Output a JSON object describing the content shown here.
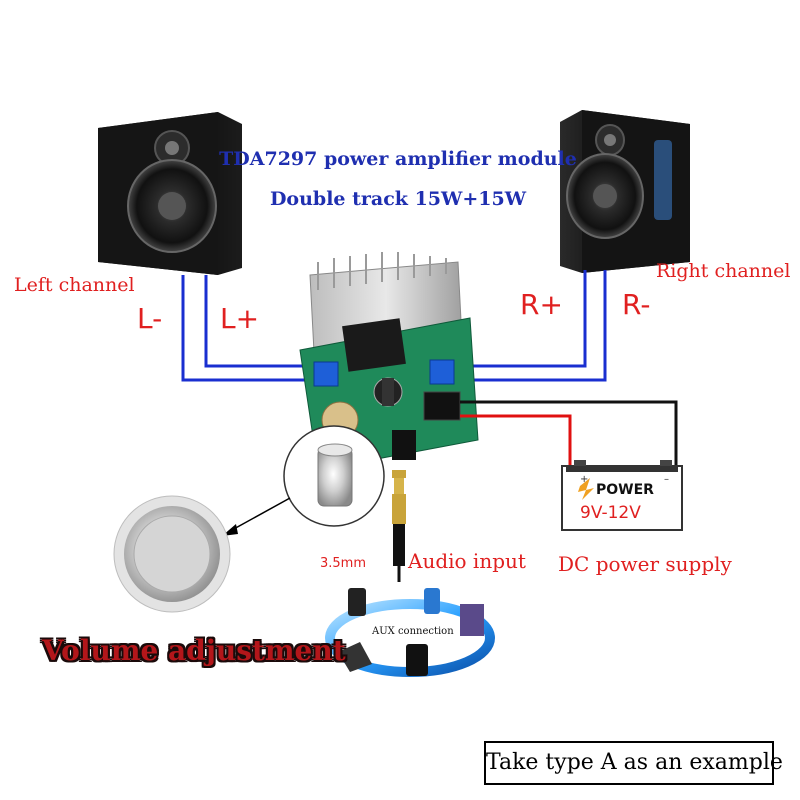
{
  "title": {
    "line1": "TDA7297 power amplifier module",
    "line2": "Double track 15W+15W"
  },
  "channels": {
    "left": "Left channel",
    "right": "Right channel",
    "l_minus": "L-",
    "l_plus": "L+",
    "r_plus": "R+",
    "r_minus": "R-"
  },
  "audio": {
    "size": "3.5mm",
    "label": "Audio input",
    "aux": "AUX connection"
  },
  "power": {
    "brand": "POWER",
    "voltage": "9V-12V",
    "label": "DC power supply"
  },
  "volume_label": "Volume adjustment",
  "example_note": "Take type A as an example",
  "colors": {
    "wire_blue": "#1a2fd0",
    "wire_red": "#e01010",
    "wire_black": "#111111",
    "title_blue": "#1f2fb0",
    "label_red": "#e02020",
    "pcb_green": "#1f8a5a"
  }
}
